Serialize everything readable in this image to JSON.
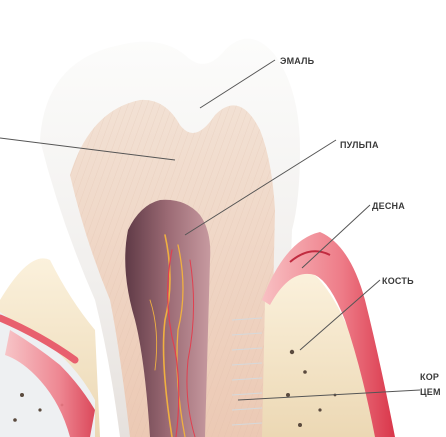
{
  "labels": {
    "enamel": "ЭМАЛЬ",
    "pulp": "ПУЛЬПА",
    "gum": "ДЕСНА",
    "bone": "КОСТЬ",
    "root_cementum_line1": "КОР",
    "root_cementum_line2": "ЦЕМ"
  },
  "colors": {
    "enamel": "#f4f2f0",
    "dentin": "#f0d9c8",
    "pulp": "#8b5a66",
    "nerve": "#f0b040",
    "vessel": "#e04050",
    "gum": "#e85a6a",
    "gum_light": "#f7b3b5",
    "bone": "#f4e6c8",
    "bone_pore": "#5a4a3e",
    "leader": "#555555"
  }
}
